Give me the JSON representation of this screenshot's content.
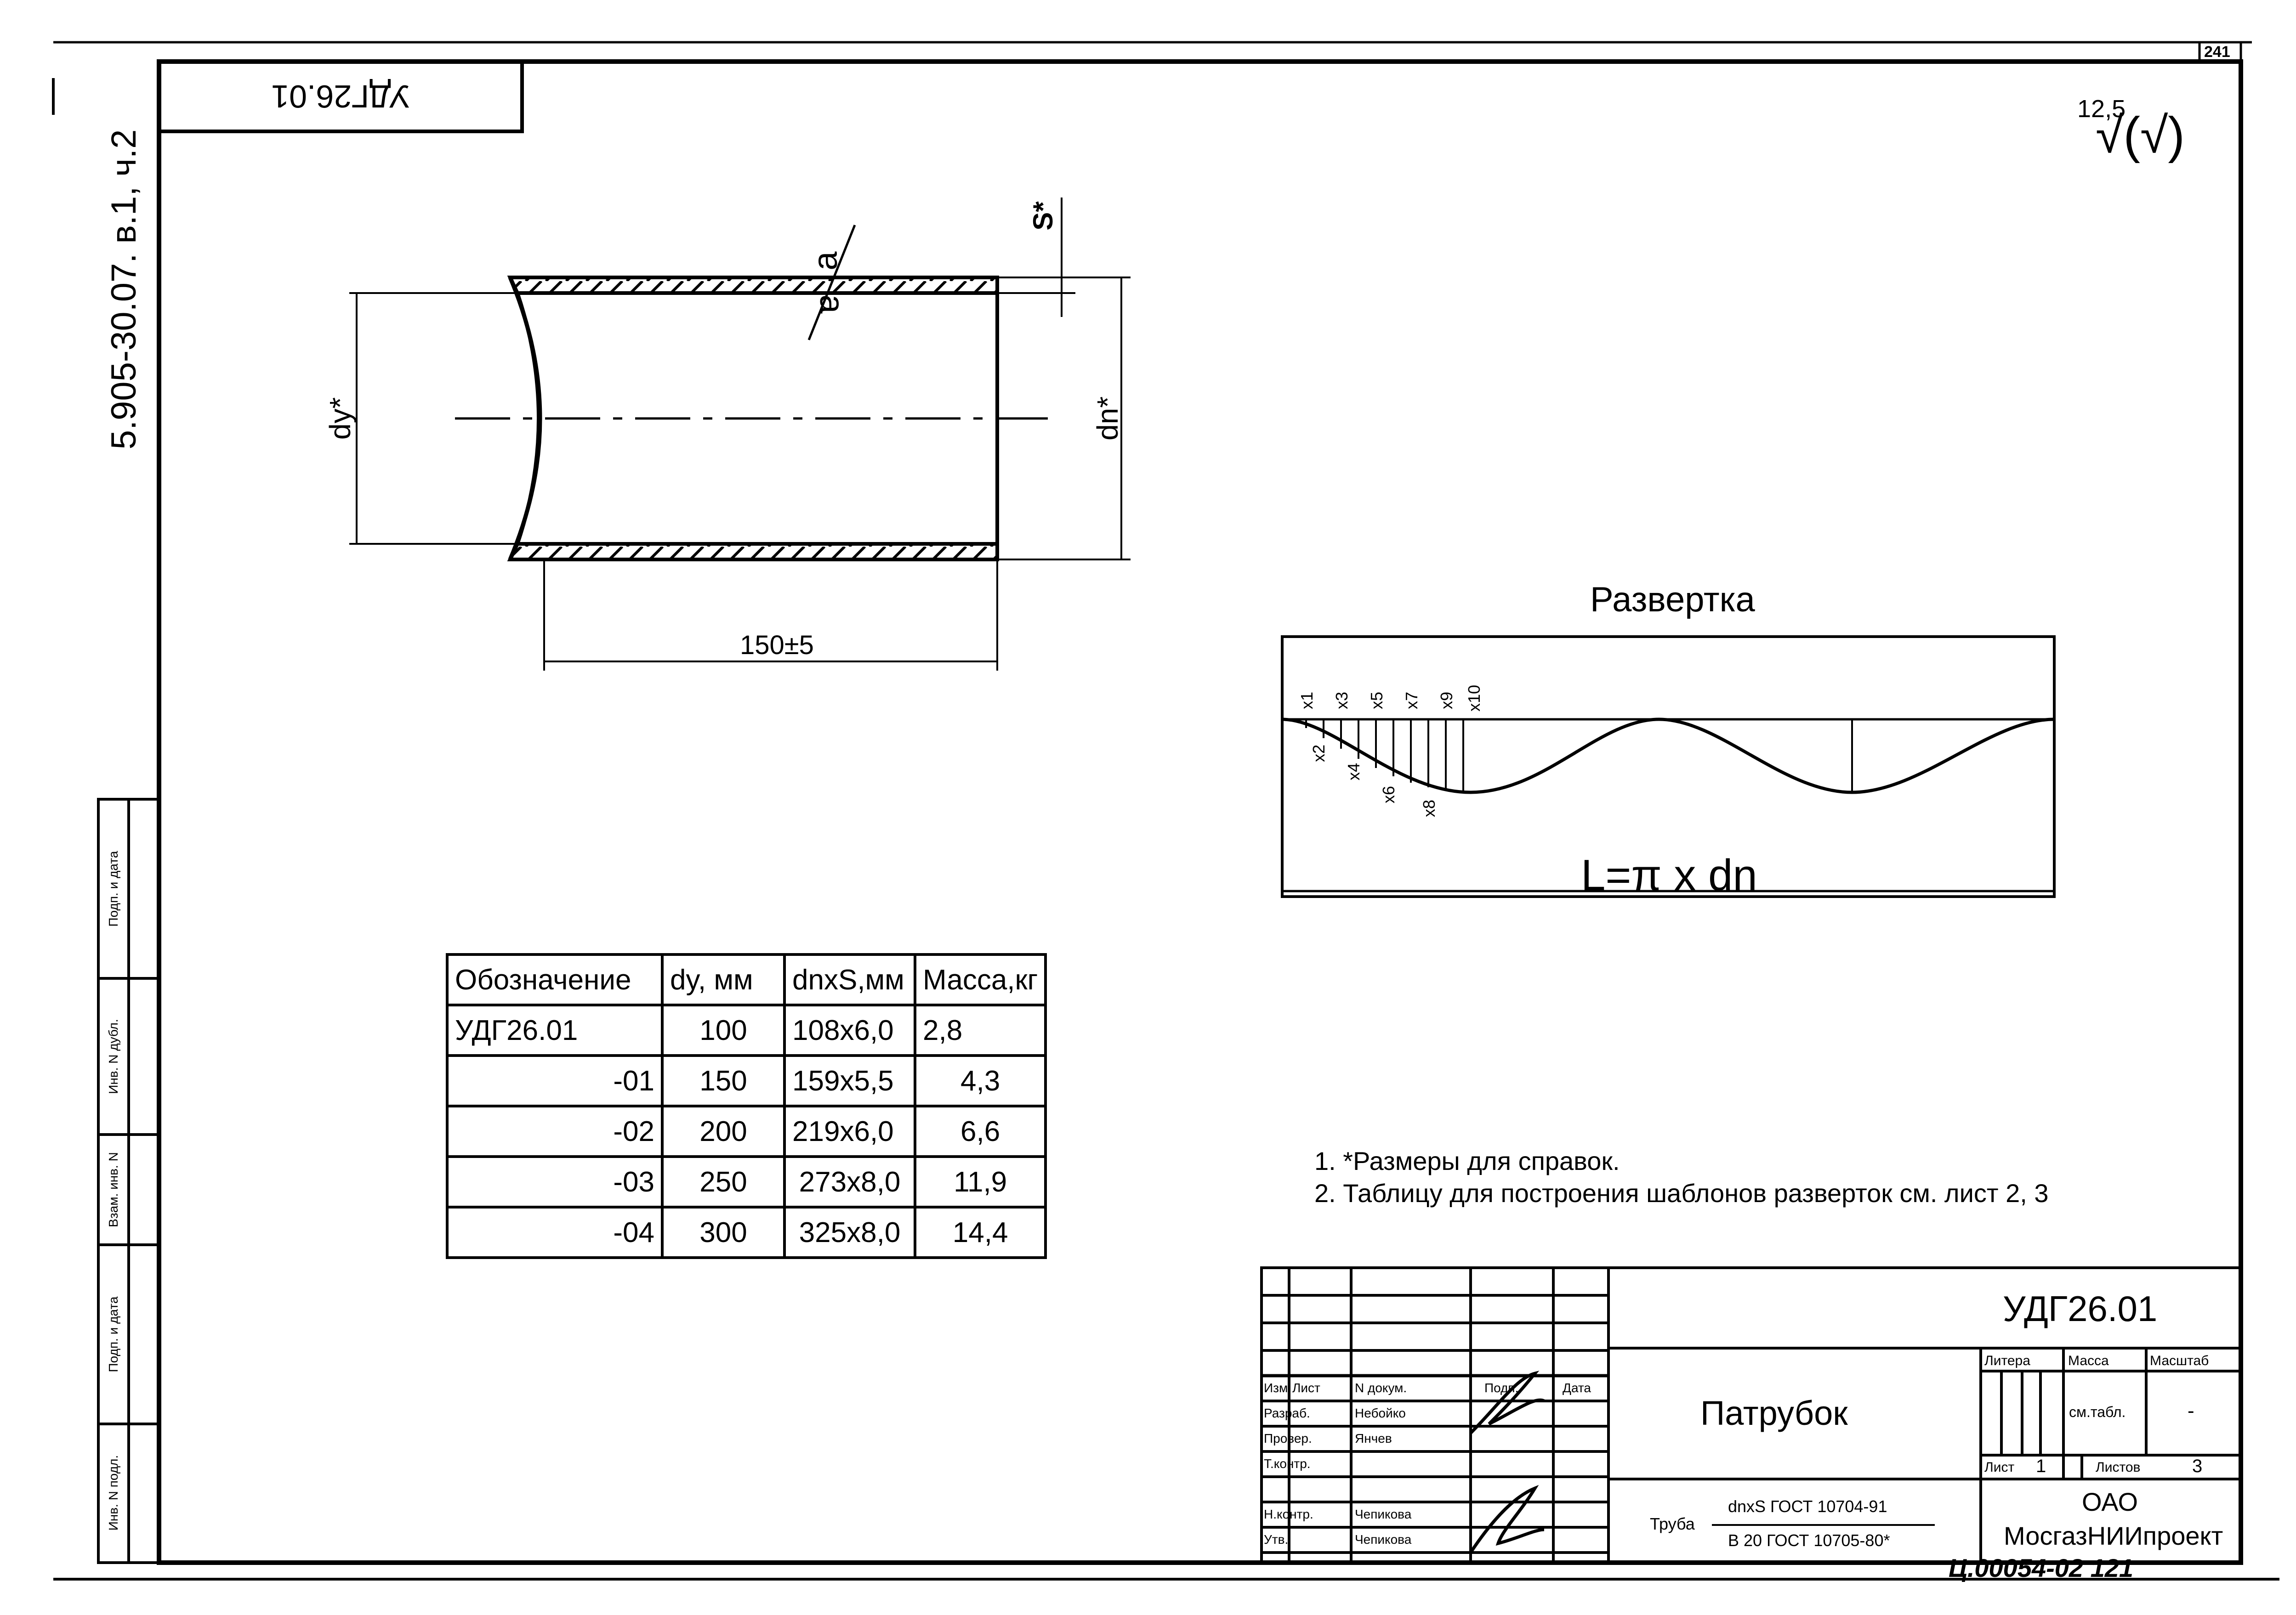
{
  "sheet_number": "241",
  "side_code": "5.905-30.07. в.1, ч.2",
  "top_stamp": "УДГ26.01",
  "roughness": {
    "value": "12,5",
    "symbol": "√(√)"
  },
  "drawing": {
    "label_dy": "dy*",
    "label_dn": "dn*",
    "label_s": "S*",
    "label_a1": "a",
    "label_a2": "a",
    "length_dimension": "150±5"
  },
  "development": {
    "title": "Развертка",
    "formula": "L=π x dn",
    "top_marks": [
      "x1",
      "x3",
      "x5",
      "x7",
      "x9",
      "x10"
    ],
    "bottom_marks": [
      "x2",
      "x4",
      "x6",
      "x8"
    ]
  },
  "table": {
    "headers": [
      "Обозначение",
      "dy, мм",
      "dnxS,мм",
      "Масса,кг"
    ],
    "rows": [
      [
        "УДГ26.01",
        "100",
        "108x6,0",
        "2,8"
      ],
      [
        "-01",
        "150",
        "159x5,5",
        "4,3"
      ],
      [
        "-02",
        "200",
        "219x6,0",
        "6,6"
      ],
      [
        "-03",
        "250",
        "273x8,0",
        "11,9"
      ],
      [
        "-04",
        "300",
        "325x8,0",
        "14,4"
      ]
    ]
  },
  "notes": [
    "1. *Размеры для справок.",
    "2. Таблицу для построения шаблонов разверток см. лист 2, 3"
  ],
  "title_block": {
    "designation": "УДГ26.01",
    "part_name": "Патрубок",
    "hdr_izm": "Изм.",
    "hdr_list": "Лист",
    "hdr_doc": "N докум.",
    "hdr_sign": "Подп.",
    "hdr_date": "Дата",
    "role_1": "Разраб.",
    "name_1": "Небойко",
    "role_2": "Провер.",
    "name_2": "Янчев",
    "role_3": "Т.контр.",
    "role_4": "Н.контр.",
    "name_4": "Чепикова",
    "role_5": "Утв.",
    "name_5": "Чепикова",
    "material_prefix": "Труба",
    "material_top": "dnxS ГОСТ 10704-91",
    "material_bottom": "В 20 ГОСТ 10705-80*",
    "litera_label": "Литера",
    "mass_label": "Масса",
    "scale_label": "Масштаб",
    "mass_value": "см.табл.",
    "scale_value": "-",
    "sheet_label": "Лист",
    "sheet_value": "1",
    "sheets_label": "Листов",
    "sheets_value": "3",
    "org_1": "ОАО",
    "org_2": "МосгазНИИпроект",
    "inventory": "Ц.00054-02  121"
  },
  "left_margin": {
    "f1": "Инв. N подл.",
    "f2": "Подп. и дата",
    "f3": "Взам. инв. N",
    "f4": "Инв. N дубл.",
    "f5": "Подп. и дата"
  }
}
